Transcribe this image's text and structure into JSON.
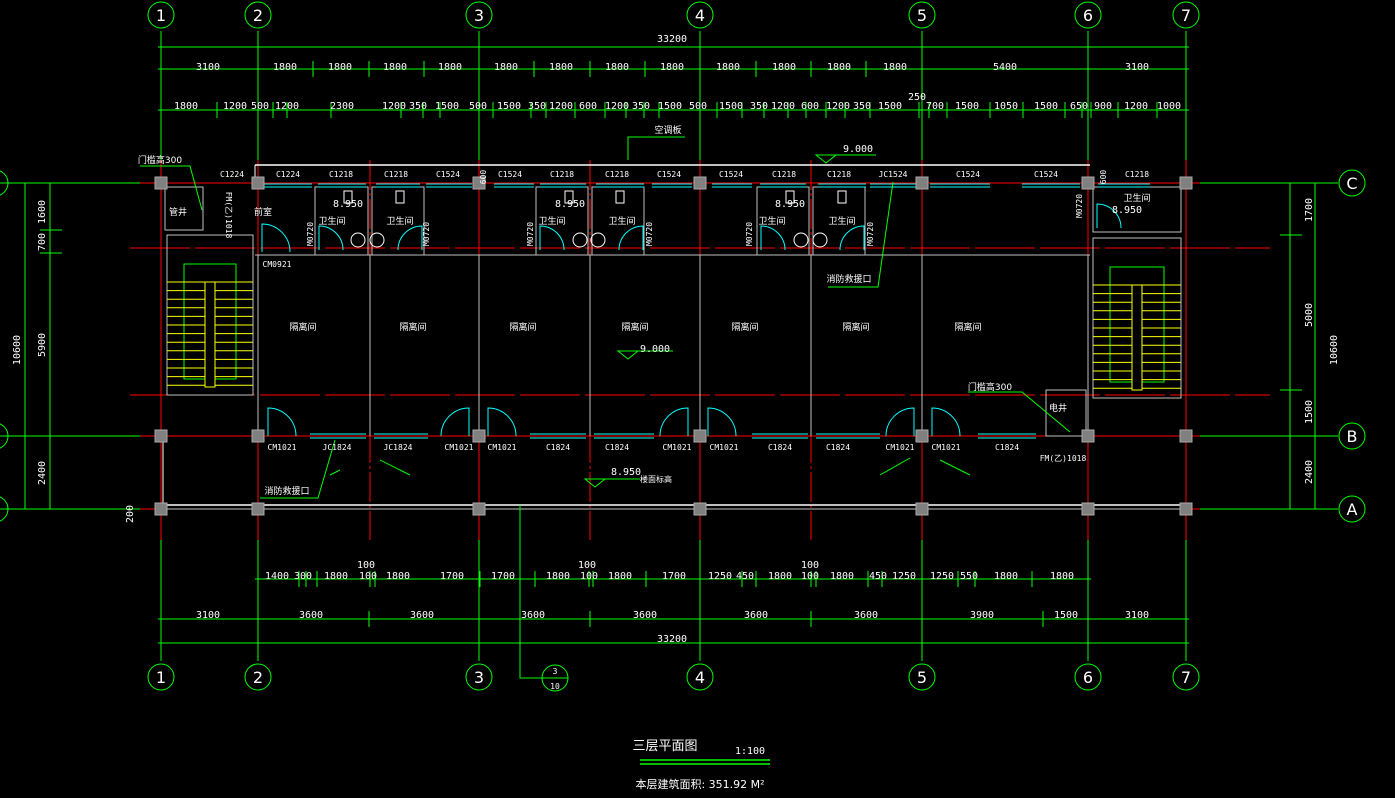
{
  "drawing": {
    "title": "三层平面图",
    "scale": "1:100",
    "area_label": "本层建筑面积: 351.92 M²",
    "section_marker": {
      "top": "3",
      "bottom": "10"
    }
  },
  "axes": {
    "columns": [
      "1",
      "2",
      "3",
      "4",
      "5",
      "6",
      "7"
    ],
    "rows": [
      "C",
      "B",
      "A"
    ]
  },
  "colors": {
    "axis": "#ff0000",
    "dimension": "#00ff00",
    "wall": "#c0c0c0",
    "window": "#00ffff",
    "stair": "#ffff00",
    "column": "#808080"
  },
  "dimensions": {
    "top_total": "33200",
    "top_row1": [
      "3100",
      "1800",
      "1800",
      "1800",
      "1800",
      "1800",
      "1800",
      "1800",
      "1800",
      "1800",
      "1800",
      "1800",
      "1800",
      "5400",
      "3100"
    ],
    "top_row2": [
      "1800",
      "1200",
      "500",
      "1200",
      "2300",
      "1200",
      "350",
      "1500",
      "500",
      "1500",
      "350",
      "1200",
      "600",
      "1200",
      "350",
      "1500",
      "500",
      "1500",
      "350",
      "1200",
      "600",
      "1200",
      "350",
      "1500",
      "250",
      "700",
      "1500",
      "1050",
      "1500",
      "650",
      "900",
      "1200",
      "1000"
    ],
    "bottom_row1": [
      "1400",
      "300",
      "1800",
      "100",
      "100",
      "1800",
      "1700",
      "1700",
      "1800",
      "100",
      "100",
      "1800",
      "1700",
      "1250",
      "450",
      "1800",
      "100",
      "100",
      "1800",
      "450",
      "1250",
      "1250",
      "550",
      "1800",
      "1800"
    ],
    "bottom_row2": [
      "3100",
      "3600",
      "3600",
      "3600",
      "3600",
      "3600",
      "3600",
      "3900",
      "1500",
      "3100"
    ],
    "bottom_total": "33200",
    "left": [
      "1600",
      "700",
      "5900",
      "2400",
      "10600",
      "200"
    ],
    "right": [
      "1700",
      "5000",
      "1500",
      "10600",
      "2400"
    ]
  },
  "openings": {
    "top": [
      "C1224",
      "C1224",
      "C1218",
      "C1218",
      "C1524",
      "600",
      "C1524",
      "C1218",
      "C1218",
      "C1524",
      "C1524",
      "C1218",
      "C1218",
      "JC1524",
      "C1524",
      "C1524",
      "600",
      "C1218"
    ],
    "bottom": [
      "CM1021",
      "JC1824",
      "JC1824",
      "CM1021",
      "CM1021",
      "C1824",
      "C1824",
      "CM1021",
      "CM1021",
      "C1824",
      "C1824",
      "CM1021",
      "CM1021",
      "C1824"
    ],
    "doors": [
      "CM0921",
      "FM(乙)1018",
      "FM(乙)1018",
      "M0720",
      "M0720",
      "M0720",
      "M0720",
      "M0720",
      "M0720",
      "M0720"
    ]
  },
  "rooms": {
    "main": [
      "隔离间",
      "隔离间",
      "隔离间",
      "隔离间",
      "隔离间",
      "隔离间",
      "隔离间"
    ],
    "toilets": [
      "卫生间",
      "卫生间",
      "卫生间",
      "卫生间",
      "卫生间",
      "卫生间",
      "卫生间"
    ],
    "shaft_left": "管井",
    "lobby_left": "前室",
    "shaft_right": "电井"
  },
  "annotations": {
    "sill_height": [
      "门槛高300",
      "门槛高300"
    ],
    "rescue_window": [
      "消防救援口",
      "消防救援口"
    ],
    "ac_board": "空调板",
    "elev_9000": [
      "9.000",
      "9.000"
    ],
    "elev_8950": [
      "8.950",
      "8.950",
      "8.950",
      "8.950",
      "8.950"
    ],
    "elev_note": "楼面标高"
  }
}
